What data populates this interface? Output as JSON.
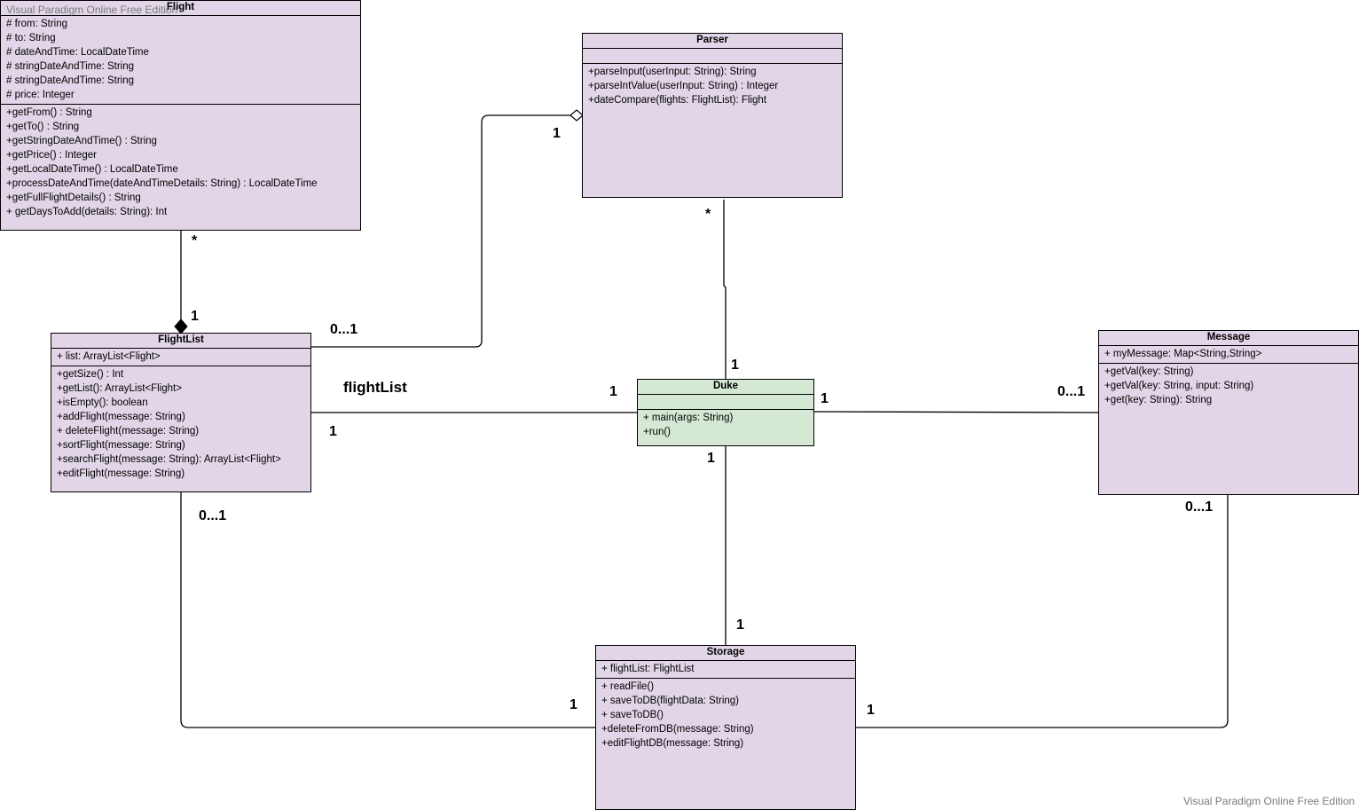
{
  "watermark": "Visual Paradigm Online Free Edition",
  "colors": {
    "class_fill": "#e1d5e7",
    "main_fill": "#d5e8d4",
    "line": "#000000"
  },
  "classes": {
    "flight": {
      "name": "Flight",
      "attributes": [
        "# from: String",
        "# to: String",
        "# dateAndTime: LocalDateTime",
        "# stringDateAndTime: String",
        "# stringDateAndTime: String",
        "# price: Integer"
      ],
      "methods": [
        "+getFrom() : String",
        "+getTo() : String",
        "+getStringDateAndTime() : String",
        "+getPrice() : Integer",
        "+getLocalDateTime() : LocalDateTime",
        "+processDateAndTime(dateAndTimeDetails: String) : LocalDateTime",
        "+getFullFlightDetails() : String",
        "+ getDaysToAdd(details: String): Int"
      ]
    },
    "parser": {
      "name": "Parser",
      "attributes": [],
      "methods": [
        "+parseInput(userInput: String): String",
        "+parseIntValue(userInput: String) : Integer",
        "+dateCompare(flights: FlightList): Flight"
      ]
    },
    "flightlist": {
      "name": "FlightList",
      "attributes": [
        "+ list: ArrayList<Flight>"
      ],
      "methods": [
        "+getSize() : Int",
        "+getList(): ArrayList<Flight>",
        "+isEmpty(): boolean",
        "+addFlight(message: String)",
        "+ deleteFlight(message: String)",
        "+sortFlight(message: String)",
        "+searchFlight(message: String): ArrayList<Flight>",
        "+editFlight(message: String)"
      ]
    },
    "duke": {
      "name": "Duke",
      "attributes": [],
      "methods": [
        "+ main(args: String)",
        "+run()"
      ]
    },
    "message": {
      "name": "Message",
      "attributes": [
        "+ myMessage: Map<String,String>"
      ],
      "methods": [
        "+getVal(key: String)",
        "+getVal(key: String, input: String)",
        "+get(key: String): String"
      ]
    },
    "storage": {
      "name": "Storage",
      "attributes": [
        "+ flightList: FlightList"
      ],
      "methods": [
        "+ readFile()",
        "+ saveToDB(flightData: String)",
        "+ saveToDB()",
        "+deleteFromDB(message: String)",
        "+editFlightDB(message: String)"
      ]
    }
  },
  "multiplicities": {
    "flight_star": "*",
    "flightlist_top_1": "1",
    "parser_agg_1": "1",
    "flightlist_agg_01": "0...1",
    "parser_star": "*",
    "duke_top_1": "1",
    "flightlist_right_1": "1",
    "duke_left_1": "1",
    "duke_right_1": "1",
    "message_left_01": "0...1",
    "duke_bottom_1": "1",
    "storage_top_1": "1",
    "flightlist_bottom_01": "0...1",
    "storage_left_1": "1",
    "message_bottom_01": "0...1",
    "storage_right_1": "1"
  },
  "labels": {
    "flightlist_duke": "flightList"
  }
}
